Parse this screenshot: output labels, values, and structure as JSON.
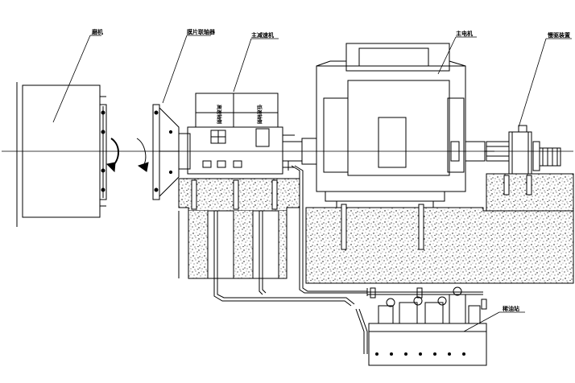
{
  "labels": {
    "mill": "磨机",
    "coupling": "膜片联轴器",
    "reducer": "主减速机",
    "motor": "主电机",
    "barring": "慢驱装置",
    "lube_station": "稀油站",
    "reducer_side_left": "高速轴侧",
    "reducer_side_right": "低速轴侧"
  },
  "colors": {
    "line": "#000000",
    "background": "#ffffff"
  }
}
